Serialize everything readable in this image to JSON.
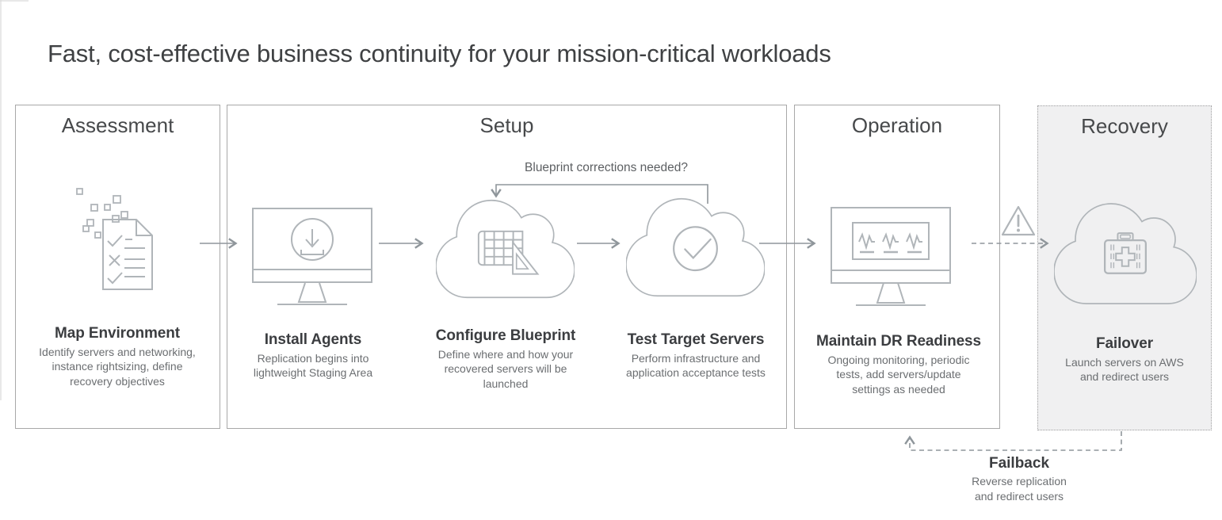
{
  "title": "Fast, cost-effective business continuity for your mission-critical workloads",
  "phases": [
    {
      "id": "assessment",
      "label": "Assessment"
    },
    {
      "id": "setup",
      "label": "Setup"
    },
    {
      "id": "operation",
      "label": "Operation"
    },
    {
      "id": "recovery",
      "label": "Recovery"
    }
  ],
  "steps": [
    {
      "title": "Map Environment",
      "desc": "Identify servers and networking,\ninstance rightsizing, define\nrecovery objectives",
      "icon": "checklist-document-icon"
    },
    {
      "title": "Install Agents",
      "desc": "Replication begins into\nlightweight Staging Area",
      "icon": "monitor-download-icon"
    },
    {
      "title": "Configure Blueprint",
      "desc": "Define where and how your\nrecovered servers will be\nlaunched",
      "icon": "cloud-blueprint-icon"
    },
    {
      "title": "Test Target Servers",
      "desc": "Perform infrastructure and\napplication acceptance tests",
      "icon": "cloud-check-icon"
    },
    {
      "title": "Maintain DR Readiness",
      "desc": "Ongoing monitoring, periodic\ntests, add servers/update\nsettings as needed",
      "icon": "monitor-pulse-icon"
    },
    {
      "title": "Failover",
      "desc": "Launch servers on AWS\nand redirect users",
      "icon": "cloud-first-aid-icon"
    }
  ],
  "annotations": {
    "blueprint_loop_label": "Blueprint corrections needed?",
    "failback_title": "Failback",
    "failback_desc": "Reverse replication\nand redirect users",
    "warning_icon": "warning-triangle-icon"
  },
  "colors": {
    "box_border": "#a8a8a8",
    "recovery_border": "#9f9fa0",
    "recovery_fill": "#f0f0f1",
    "icon_stroke": "#b0b5b9",
    "arrow": "#8f969b",
    "title_text": "#3f4143",
    "desc_text": "#6b6e71"
  }
}
